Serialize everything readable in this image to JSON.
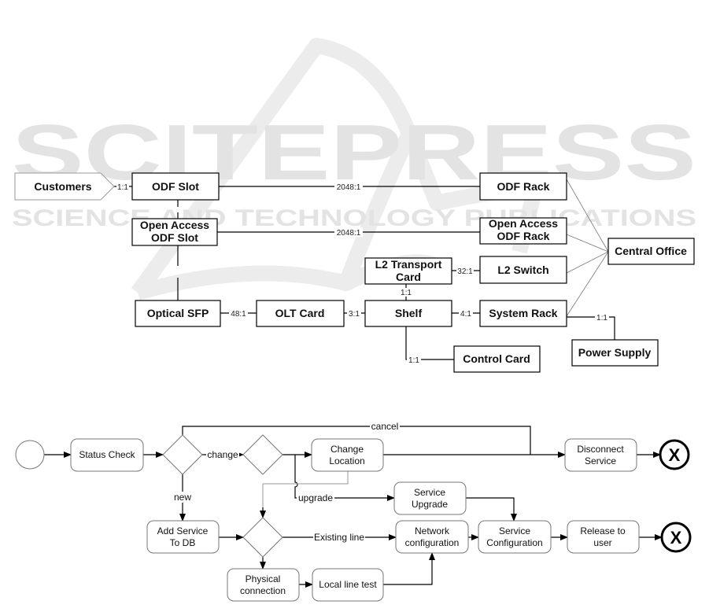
{
  "watermark": {
    "title": "SCITEPRESS",
    "subtitle": "SCIENCE AND TECHNOLOGY PUBLICATIONS"
  },
  "topology": {
    "nodes": {
      "customers": "Customers",
      "odf_slot": "ODF Slot",
      "oa_odf_slot_1": "Open Access",
      "oa_odf_slot_2": "ODF Slot",
      "odf_rack": "ODF Rack",
      "oa_odf_rack_1": "Open Access",
      "oa_odf_rack_2": "ODF Rack",
      "central_office": "Central Office",
      "l2_transport_1": "L2 Transport",
      "l2_transport_2": "Card",
      "l2_switch": "L2 Switch",
      "optical_sfp": "Optical SFP",
      "olt_card": "OLT Card",
      "shelf": "Shelf",
      "system_rack": "System Rack",
      "control_card": "Control Card",
      "power_supply": "Power Supply"
    },
    "ratios": {
      "customers_odf": "1:1",
      "odf_slot_rack": "2048:1",
      "oa_slot_rack": "2048:1",
      "l2t_switch": "32:1",
      "l2t_shelf": "1:1",
      "sfp_olt": "48:1",
      "olt_shelf": "3:1",
      "shelf_rack": "4:1",
      "rack_power": "1:1",
      "shelf_control": "1:1"
    }
  },
  "process": {
    "tasks": {
      "status_check": "Status Check",
      "change_location_1": "Change",
      "change_location_2": "Location",
      "disconnect_1": "Disconnect",
      "disconnect_2": "Service",
      "service_upgrade_1": "Service",
      "service_upgrade_2": "Upgrade",
      "add_service_1": "Add Service",
      "add_service_2": "To DB",
      "network_config_1": "Network",
      "network_config_2": "configuration",
      "service_config_1": "Service",
      "service_config_2": "Configuration",
      "release_1": "Release to",
      "release_2": "user",
      "physical_1": "Physical",
      "physical_2": "connection",
      "local_line_test": "Local line test"
    },
    "edge_labels": {
      "cancel": "cancel",
      "change": "change",
      "new": "new",
      "upgrade": "upgrade",
      "existing_line": "Existing line"
    },
    "end_symbol": "X"
  }
}
